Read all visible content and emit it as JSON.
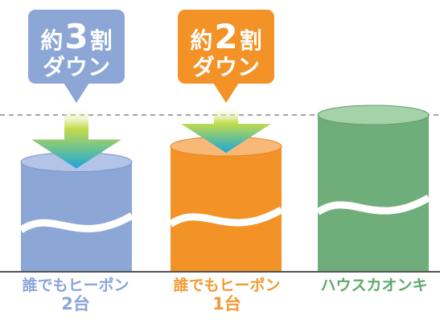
{
  "colors": {
    "blue": "#8ca7d6",
    "blue_dark": "#7b96c8",
    "blue_top": "#b3c4e6",
    "blue_label": "#8aa5d8",
    "orange": "#f39327",
    "orange_dark": "#e8821b",
    "orange_top": "#f8b978",
    "orange_label": "#f39a33",
    "green": "#6fae7a",
    "green_dark": "#5f9c6a",
    "green_top": "#a5d2a9",
    "green_label": "#5faa6a",
    "arrow_top": "#c4dc4a",
    "arrow_bottom": "#1ba7d9",
    "dashed_line": "#888888",
    "baseline": "#555555"
  },
  "chart_data": {
    "type": "bar",
    "categories": [
      {
        "line1": "誰でもヒーポン",
        "line2": "2台"
      },
      {
        "line1": "誰でもヒーポン",
        "line2": "1台"
      },
      {
        "line1": "ハウスカオンキ",
        "line2": ""
      }
    ],
    "values": [
      0.7,
      0.8,
      1.0
    ],
    "badges": [
      {
        "prefix": "約",
        "number": "3",
        "suffix": "割",
        "line2": "ダウン"
      },
      {
        "prefix": "約",
        "number": "2",
        "suffix": "割",
        "line2": "ダウン"
      },
      null
    ]
  }
}
